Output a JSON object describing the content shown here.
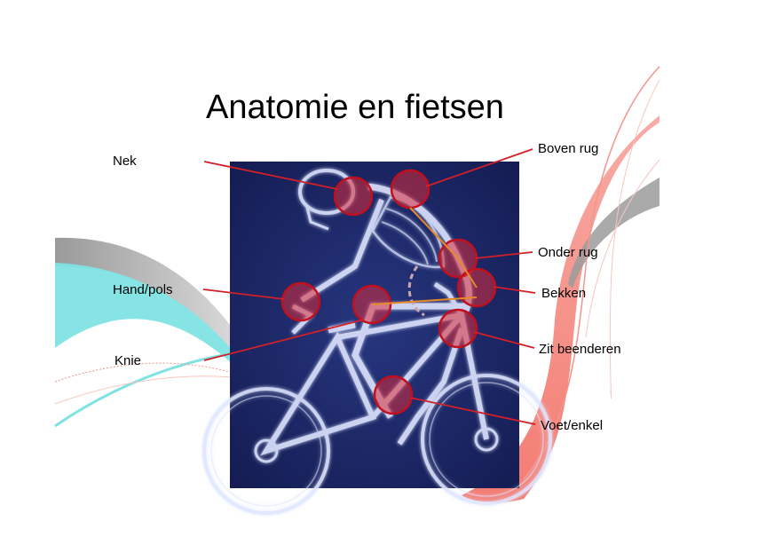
{
  "slide": {
    "title": "Anatomie en fietsen",
    "labels": {
      "nek": "Nek",
      "hand_pols": "Hand/pols",
      "knie": "Knie",
      "boven_rug": "Boven rug",
      "onder_rug": "Onder rug",
      "bekken": "Bekken",
      "zit_beenderen": "Zit beenderen",
      "voet_enkel": "Voet/enkel"
    }
  },
  "colors": {
    "photo_bg": "#1e2a6e",
    "bone": "#dfe6ff",
    "marker_fill": "#d92b3a",
    "marker_stroke": "#c0101e",
    "leader_line": "#d21f28",
    "deco_cyan": "#7fe3e3",
    "deco_gray": "#8f8f8f",
    "deco_salmon": "#f4948c"
  }
}
